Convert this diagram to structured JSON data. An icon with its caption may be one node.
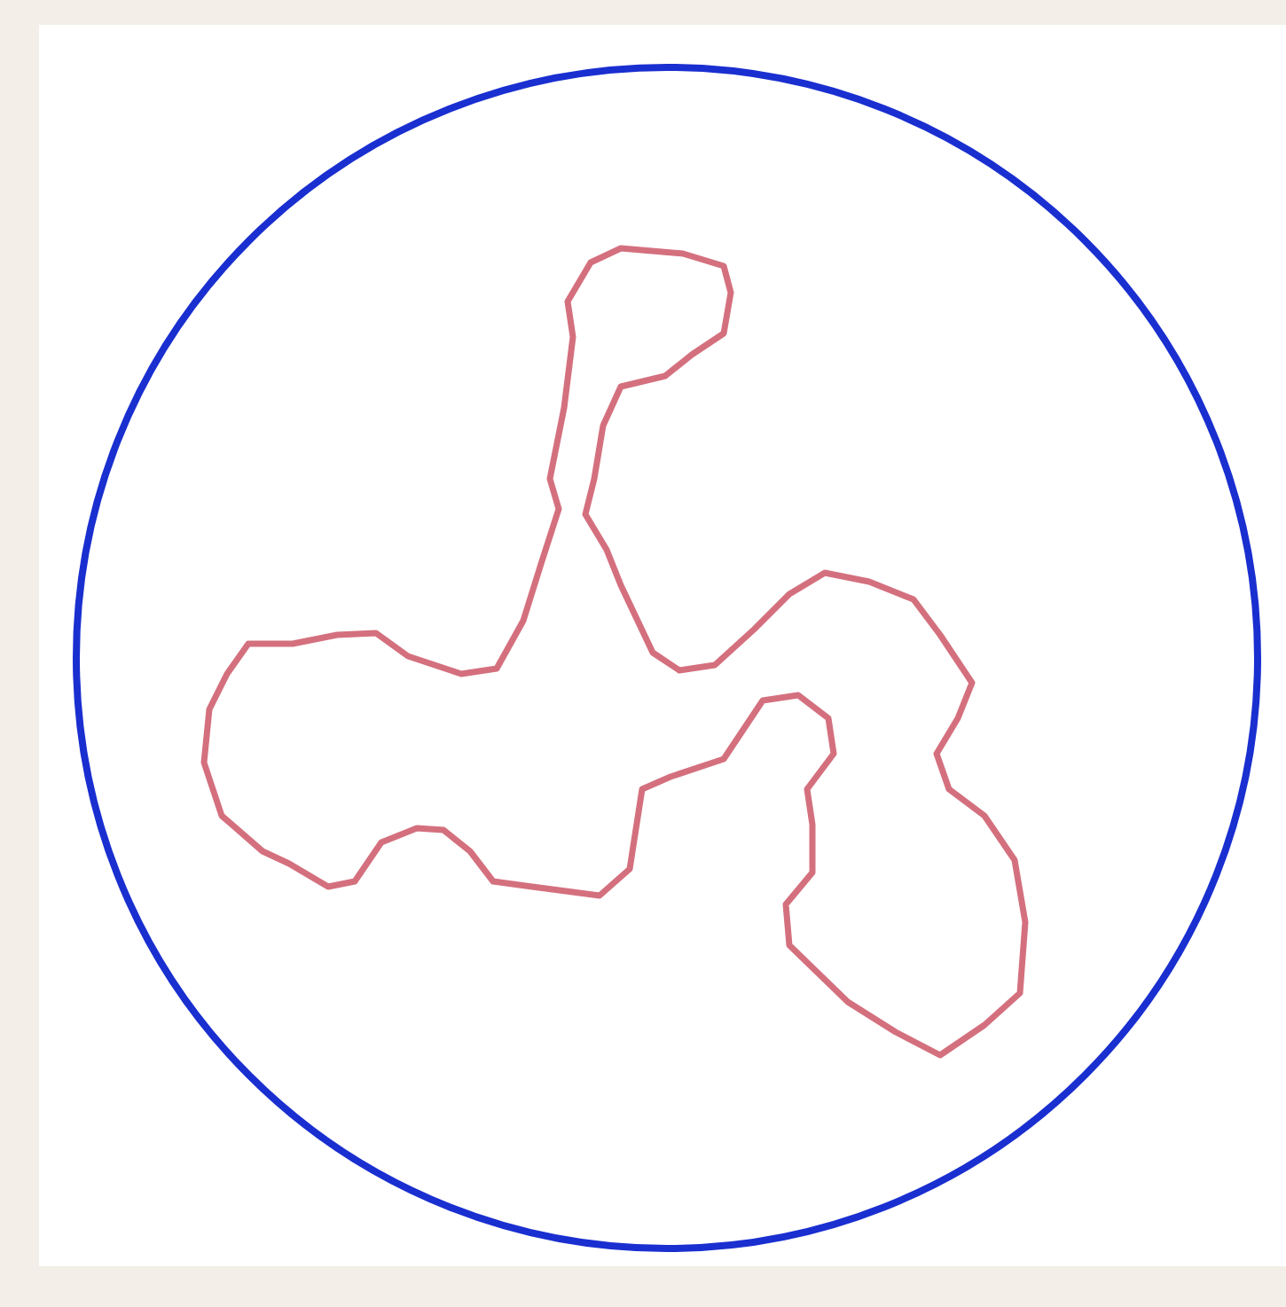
{
  "diagram": {
    "nodes": [
      {
        "text": [],
        "shape": "circle"
      },
      {
        "text": [],
        "shape": "cloud",
        "in": 0
      }
    ]
  }
}
